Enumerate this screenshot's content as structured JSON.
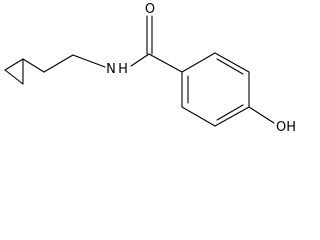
{
  "molecule": {
    "atoms": {
      "oxygen_carbonyl": "O",
      "nitrogen": "N",
      "hydrogen_nh": "H",
      "hydroxyl": "OH"
    }
  }
}
